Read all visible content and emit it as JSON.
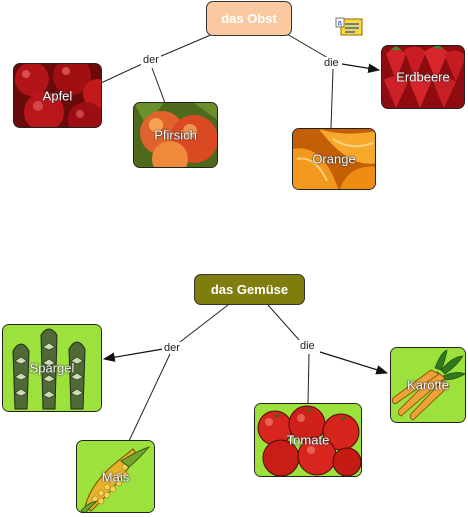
{
  "concepts": {
    "obst": {
      "label": "das Obst",
      "color": "#fbc9a0"
    },
    "gemuese": {
      "label": "das Gemüse",
      "color": "#7f7d0d"
    }
  },
  "fruits": {
    "apfel": "Apfel",
    "pfirsich": "Pfirsich",
    "erdbeere": "Erdbeere",
    "orange": "Orange"
  },
  "vegetables": {
    "spargel": "Spargel",
    "mais": "Mais",
    "tomate": "Tomate",
    "karotte": "Karotte"
  },
  "link_labels": {
    "obst_der": "der",
    "obst_die": "die",
    "gemuese_der": "der",
    "gemuese_die": "die"
  },
  "icons": {
    "note": "note-icon"
  },
  "colors": {
    "node_green": "#9ce13c",
    "line": "#222222"
  }
}
